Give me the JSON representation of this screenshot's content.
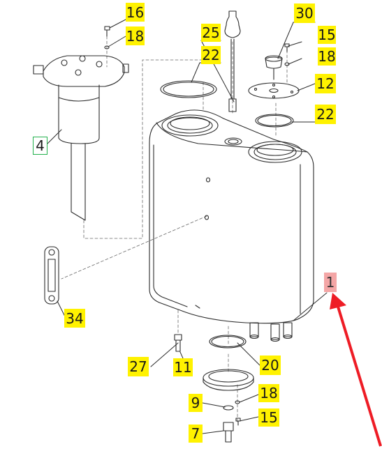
{
  "diagram": {
    "callouts": [
      {
        "id": "c16a",
        "label": "16",
        "style": "std"
      },
      {
        "id": "c18a",
        "label": "18",
        "style": "std"
      },
      {
        "id": "c25",
        "label": "25",
        "style": "std"
      },
      {
        "id": "c22a",
        "label": "22",
        "style": "std"
      },
      {
        "id": "c30",
        "label": "30",
        "style": "std"
      },
      {
        "id": "c15a",
        "label": "15",
        "style": "std"
      },
      {
        "id": "c18b",
        "label": "18",
        "style": "std"
      },
      {
        "id": "c12",
        "label": "12",
        "style": "std"
      },
      {
        "id": "c22b",
        "label": "22",
        "style": "std"
      },
      {
        "id": "c4",
        "label": "4",
        "style": "pick"
      },
      {
        "id": "c1",
        "label": "1",
        "style": "sel"
      },
      {
        "id": "c34",
        "label": "34",
        "style": "std"
      },
      {
        "id": "c27",
        "label": "27",
        "style": "std"
      },
      {
        "id": "c11",
        "label": "11",
        "style": "std"
      },
      {
        "id": "c20",
        "label": "20",
        "style": "std"
      },
      {
        "id": "c9",
        "label": "9",
        "style": "std"
      },
      {
        "id": "c18c",
        "label": "18",
        "style": "std"
      },
      {
        "id": "c15b",
        "label": "15",
        "style": "std"
      },
      {
        "id": "c7",
        "label": "7",
        "style": "std"
      }
    ],
    "colors": {
      "callout_fill": "#fff200",
      "selected_fill": "#f4a6a6",
      "picked_border": "#22b14c",
      "arrow": "#ee1c25",
      "line": "#2b2b2b"
    }
  }
}
